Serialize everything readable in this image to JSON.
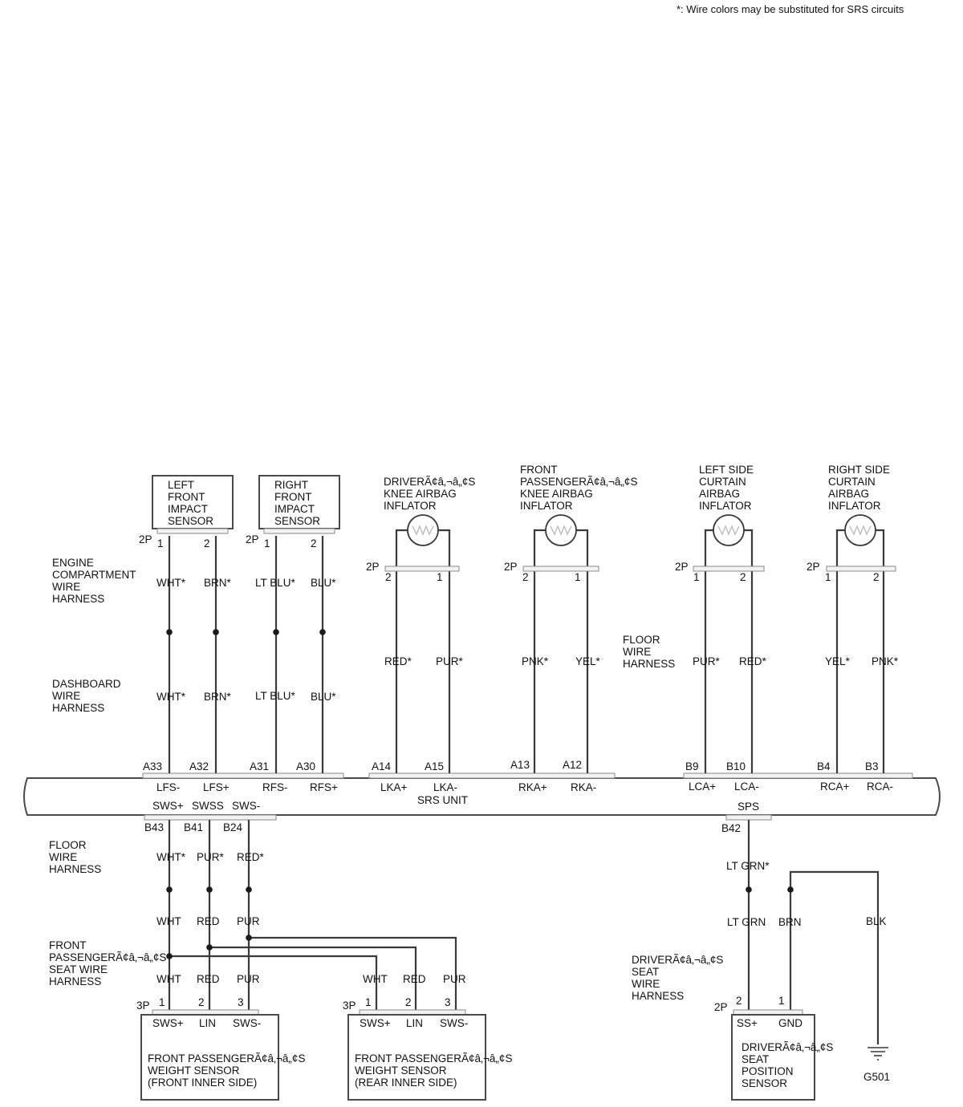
{
  "note": "*:  Wire colors may be substituted for SRS circuits",
  "harnesses": {
    "engine_compartment": [
      "ENGINE",
      "COMPARTMENT",
      "WIRE",
      "HARNESS"
    ],
    "dashboard": [
      "DASHBOARD",
      "WIRE",
      "HARNESS"
    ],
    "floor_upper": [
      "FLOOR",
      "WIRE",
      "HARNESS"
    ],
    "floor_lower": [
      "FLOOR",
      "WIRE",
      "HARNESS"
    ],
    "front_passenger_seat": [
      "FRONT",
      "PASSENGERÃ¢â‚¬â„¢S",
      "SEAT WIRE",
      "HARNESS"
    ],
    "driver_seat": [
      "DRIVERÃ¢â‚¬â„¢S",
      "SEAT",
      "WIRE",
      "HARNESS"
    ]
  },
  "components": {
    "left_front_impact_sensor": [
      "LEFT",
      "FRONT",
      "IMPACT",
      "SENSOR"
    ],
    "right_front_impact_sensor": [
      "RIGHT",
      "FRONT",
      "IMPACT",
      "SENSOR"
    ],
    "driver_knee_airbag": [
      "DRIVERÃ¢â‚¬â„¢S",
      "KNEE AIRBAG",
      "INFLATOR"
    ],
    "passenger_knee_airbag": [
      "FRONT",
      "PASSENGERÃ¢â‚¬â„¢S",
      "KNEE AIRBAG",
      "INFLATOR"
    ],
    "left_curtain_airbag": [
      "LEFT SIDE",
      "CURTAIN",
      "AIRBAG",
      "INFLATOR"
    ],
    "right_curtain_airbag": [
      "RIGHT SIDE",
      "CURTAIN",
      "AIRBAG",
      "INFLATOR"
    ],
    "weight_sensor_front": [
      "FRONT PASSENGERÃ¢â‚¬â„¢S",
      "WEIGHT SENSOR",
      "(FRONT INNER SIDE)"
    ],
    "weight_sensor_rear": [
      "FRONT PASSENGERÃ¢â‚¬â„¢S",
      "WEIGHT SENSOR",
      "(REAR INNER SIDE)"
    ],
    "seat_position_sensor": [
      "DRIVERÃ¢â‚¬â„¢S",
      "SEAT",
      "POSITION",
      "SENSOR"
    ],
    "ground": "G501"
  },
  "connector_sizes": {
    "two_pin": "2P",
    "three_pin": "3P"
  },
  "pins": {
    "one": "1",
    "two": "2",
    "three": "3"
  },
  "wire_colors": {
    "wht_s": "WHT*",
    "brn_s": "BRN*",
    "ltblu_s": "LT BLU*",
    "blu_s": "BLU*",
    "red_s": "RED*",
    "pur_s": "PUR*",
    "pnk_s": "PNK*",
    "yel_s": "YEL*",
    "ltgrn_s": "LT GRN*",
    "wht": "WHT",
    "red": "RED",
    "pur": "PUR",
    "ltgrn": "LT GRN",
    "brn": "BRN",
    "blk": "BLK"
  },
  "srs_unit": {
    "name": "SRS UNIT",
    "terminals_top": [
      "A33",
      "A32",
      "A31",
      "A30",
      "A14",
      "A15",
      "A13",
      "A12",
      "B9",
      "B10",
      "B4",
      "B3"
    ],
    "signals_top": [
      "LFS-",
      "LFS+",
      "RFS-",
      "RFS+",
      "LKA+",
      "LKA-",
      "RKA+",
      "RKA-",
      "LCA+",
      "LCA-",
      "RCA+",
      "RCA-"
    ],
    "signals_bottom": [
      "SWS+",
      "SWSS",
      "SWS-",
      "SPS"
    ],
    "terminals_bottom": [
      "B43",
      "B41",
      "B24",
      "B42"
    ]
  },
  "sensor_pins": {
    "sws_plus": "SWS+",
    "lin": "LIN",
    "sws_minus": "SWS-",
    "ss_plus": "SS+",
    "gnd": "GND"
  }
}
